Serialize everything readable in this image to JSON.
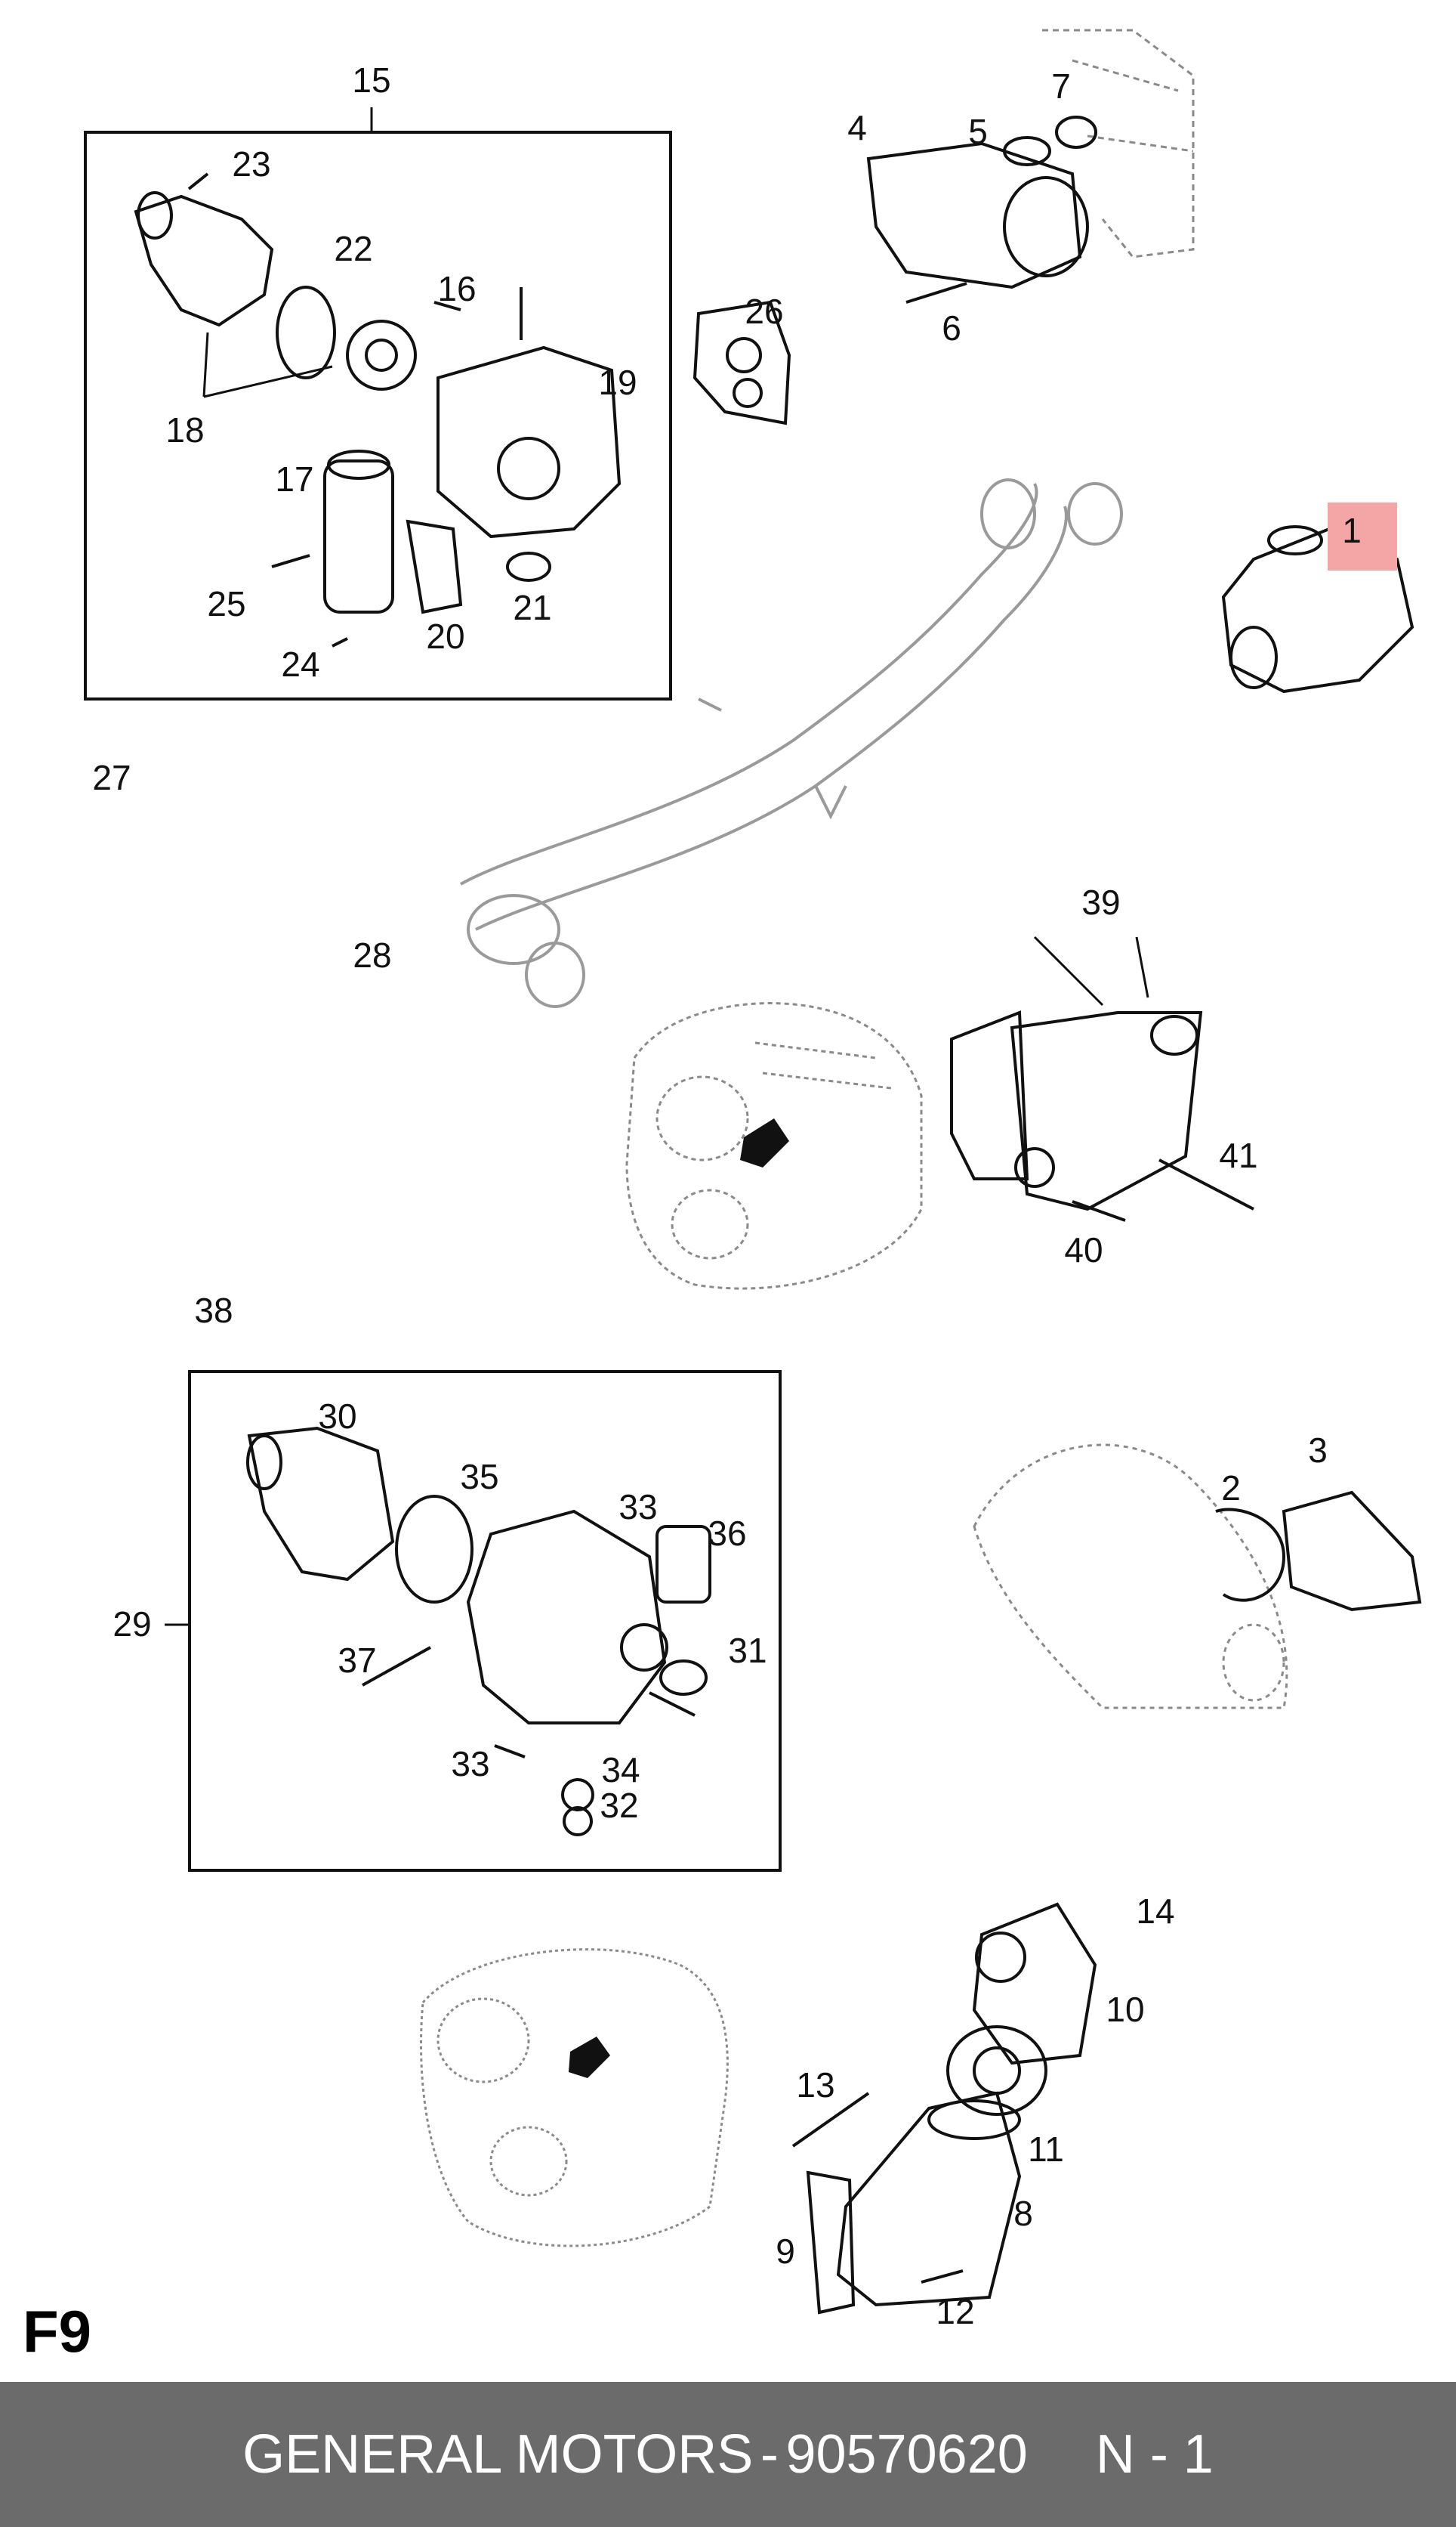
{
  "sheet_label": "F9",
  "footer": {
    "brand": "GENERAL MOTORS",
    "separator": "-",
    "part_number": "90570620",
    "note": "N - 1"
  },
  "highlight": {
    "label": "1",
    "color": "#f4a6a6"
  },
  "callouts": [
    "1",
    "2",
    "3",
    "4",
    "5",
    "6",
    "7",
    "8",
    "9",
    "10",
    "11",
    "12",
    "13",
    "14",
    "15",
    "16",
    "17",
    "18",
    "19",
    "20",
    "21",
    "22",
    "23",
    "24",
    "25",
    "26",
    "27",
    "28",
    "29",
    "30",
    "31",
    "32",
    "33",
    "34",
    "35",
    "36",
    "37",
    "38",
    "39",
    "40",
    "41"
  ],
  "colors": {
    "footer_bg": "#6b6b6b",
    "highlight": "#f4a6a6",
    "line": "#111111",
    "ghost": "#9a9a9a"
  }
}
